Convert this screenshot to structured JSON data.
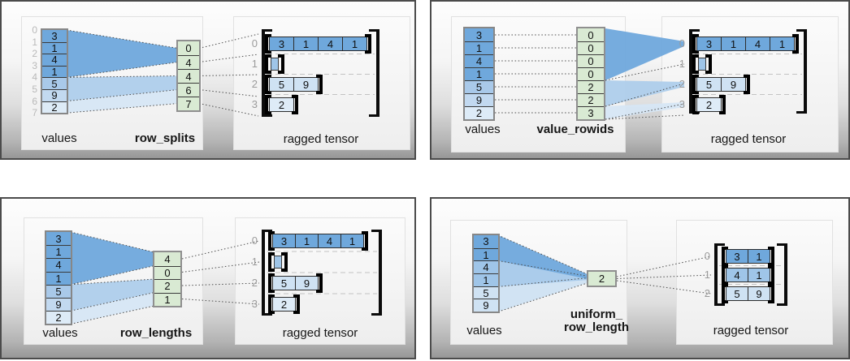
{
  "palette": {
    "blue_dark": "#6fa8dc",
    "blue_medium": "#9fc5e8",
    "blue_light": "#cfe2f3",
    "blue_lighter": "#deebf7",
    "green": "#d9ead3",
    "panel_border": "#4b4b4b",
    "index_gray": "#b9b9b9",
    "row_label_gray": "#9b9b9b"
  },
  "panels": [
    {
      "id": "row_splits",
      "values_label": "values",
      "param_label_lines": [
        "row_splits"
      ],
      "tensor_label": "ragged tensor",
      "values": [
        "3",
        "1",
        "4",
        "1",
        "5",
        "9",
        "2"
      ],
      "values_colors": [
        "#6fa8dc",
        "#6fa8dc",
        "#6fa8dc",
        "#6fa8dc",
        "#a9c9e9",
        "#c2d9f0",
        "#ddebf7"
      ],
      "value_indices": [
        "0",
        "1",
        "2",
        "3",
        "4",
        "5",
        "6",
        "7"
      ],
      "param_values": [
        "0",
        "4",
        "4",
        "6",
        "7"
      ],
      "param_color": "#d9ead3",
      "beam_colors": [
        "#6fa8dc",
        "#aecdeb",
        "#d6e6f4"
      ],
      "rows": [
        {
          "label": "0",
          "cells": [
            "3",
            "1",
            "4",
            "1"
          ],
          "color": "#6fa8dc"
        },
        {
          "label": "1",
          "cells": [],
          "color": "#9fc5e8"
        },
        {
          "label": "2",
          "cells": [
            "5",
            "9"
          ],
          "color": "#cfe2f3"
        },
        {
          "label": "3",
          "cells": [
            "2"
          ],
          "color": "#deebf7"
        }
      ]
    },
    {
      "id": "value_rowids",
      "values_label": "values",
      "param_label_lines": [
        "value_rowids"
      ],
      "tensor_label": "ragged tensor",
      "values": [
        "3",
        "1",
        "4",
        "1",
        "5",
        "9",
        "2"
      ],
      "values_colors": [
        "#6fa8dc",
        "#6fa8dc",
        "#6fa8dc",
        "#6fa8dc",
        "#a9c9e9",
        "#c2d9f0",
        "#ddebf7"
      ],
      "value_indices": [],
      "param_values": [
        "0",
        "0",
        "0",
        "0",
        "2",
        "2",
        "3"
      ],
      "param_color": "#d9ead3",
      "beam_colors": [
        "#6fa8dc",
        "#aecdeb",
        "#d6e6f4"
      ],
      "rows": [
        {
          "label": "0",
          "cells": [
            "3",
            "1",
            "4",
            "1"
          ],
          "color": "#6fa8dc"
        },
        {
          "label": "1",
          "cells": [],
          "color": "#9fc5e8"
        },
        {
          "label": "2",
          "cells": [
            "5",
            "9"
          ],
          "color": "#cfe2f3"
        },
        {
          "label": "3",
          "cells": [
            "2"
          ],
          "color": "#deebf7"
        }
      ]
    },
    {
      "id": "row_lengths",
      "values_label": "values",
      "param_label_lines": [
        "row_lengths"
      ],
      "tensor_label": "ragged tensor",
      "values": [
        "3",
        "1",
        "4",
        "1",
        "5",
        "9",
        "2"
      ],
      "values_colors": [
        "#6fa8dc",
        "#6fa8dc",
        "#6fa8dc",
        "#6fa8dc",
        "#a9c9e9",
        "#c2d9f0",
        "#ddebf7"
      ],
      "value_indices": [],
      "param_values": [
        "4",
        "0",
        "2",
        "1"
      ],
      "param_color": "#d9ead3",
      "beam_colors": [
        "#6fa8dc",
        "#aecdeb",
        "#d6e6f4"
      ],
      "rows": [
        {
          "label": "0",
          "cells": [
            "3",
            "1",
            "4",
            "1"
          ],
          "color": "#6fa8dc"
        },
        {
          "label": "1",
          "cells": [],
          "color": "#9fc5e8"
        },
        {
          "label": "2",
          "cells": [
            "5",
            "9"
          ],
          "color": "#cfe2f3"
        },
        {
          "label": "3",
          "cells": [
            "2"
          ],
          "color": "#deebf7"
        }
      ]
    },
    {
      "id": "uniform_row_length",
      "values_label": "values",
      "param_label_lines": [
        "uniform_",
        "row_length"
      ],
      "tensor_label": "ragged tensor",
      "values": [
        "3",
        "1",
        "4",
        "1",
        "5",
        "9"
      ],
      "values_colors": [
        "#6fa8dc",
        "#6fa8dc",
        "#9fc5e8",
        "#9fc5e8",
        "#cfe2f3",
        "#cfe2f3"
      ],
      "value_indices": [],
      "param_values": [
        "2"
      ],
      "param_color": "#d9ead3",
      "beam_colors": [
        "#6fa8dc",
        "#a6c9ea",
        "#cfe1f2"
      ],
      "rows": [
        {
          "label": "0",
          "cells": [
            "3",
            "1"
          ],
          "color": "#6fa8dc"
        },
        {
          "label": "1",
          "cells": [
            "4",
            "1"
          ],
          "color": "#9fc5e8"
        },
        {
          "label": "2",
          "cells": [
            "5",
            "9"
          ],
          "color": "#cfe2f3"
        }
      ]
    }
  ]
}
